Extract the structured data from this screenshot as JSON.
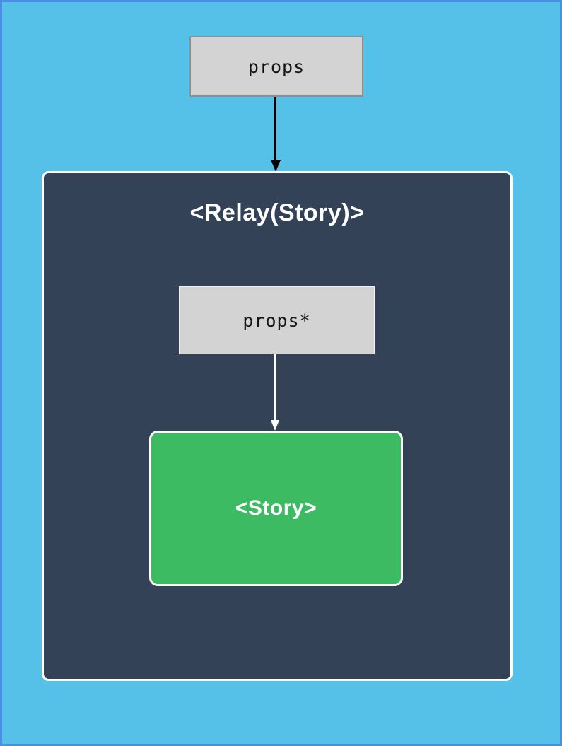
{
  "diagram": {
    "outer_props_box": {
      "label": "props"
    },
    "relay_container": {
      "title": "<Relay(Story)>"
    },
    "inner_props_box": {
      "label": "props*"
    },
    "story_box": {
      "label": "<Story>"
    }
  },
  "colors": {
    "page_background": "#55c1e8",
    "page_frame_border": "#4a90e2",
    "container_background": "#344257",
    "container_border": "#ffffff",
    "props_box_background": "#d3d3d3",
    "props_box_border": "#8f8f8f",
    "inner_props_border": "#f2f2f2",
    "story_background": "#3dbb63",
    "story_border": "#ffffff",
    "arrow_outer": "#000000",
    "arrow_inner": "#ffffff",
    "title_text": "#ffffff",
    "props_text": "#151515"
  }
}
